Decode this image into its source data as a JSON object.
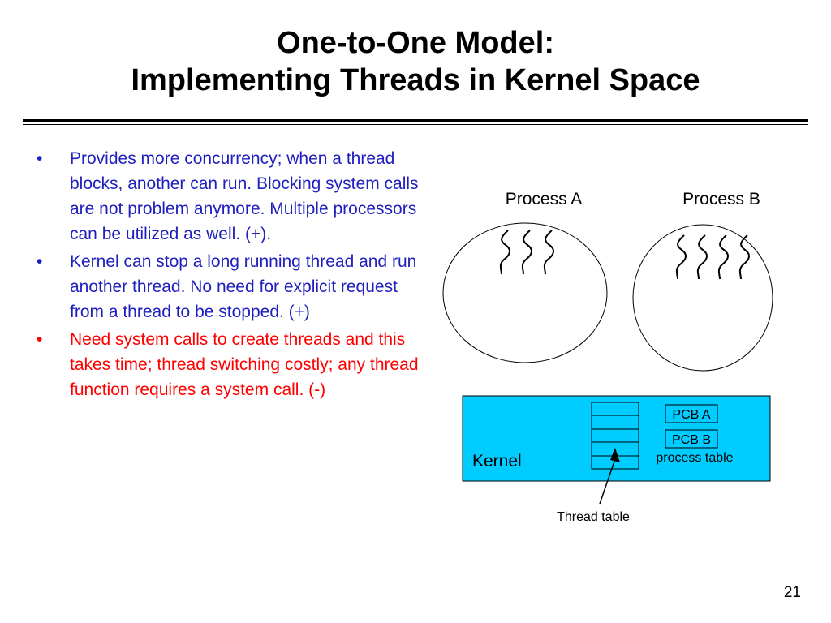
{
  "title": {
    "line1": "One-to-One Model:",
    "line2": "Implementing Threads in Kernel Space"
  },
  "bullets": [
    {
      "text": "Provides more concurrency; when a thread blocks, another can run. Blocking system calls are not problem anymore. Multiple processors can be utilized as well. (+).",
      "color": "#1f1fbf"
    },
    {
      "text": "Kernel can stop a long running thread and run another thread. No need for explicit request from a thread to be stopped. (+)",
      "color": "#1f1fbf"
    },
    {
      "text": "Need system calls to create threads and this takes time; thread switching costly; any thread function requires a system call. (-)",
      "color": "#ff0000"
    }
  ],
  "bullet_symbol": "•",
  "diagram": {
    "process_a_label": "Process A",
    "process_b_label": "Process B",
    "process_a_threads": 3,
    "process_b_threads": 4,
    "kernel_label": "Kernel",
    "kernel_color": "#00ccff",
    "pcb_a_label": "PCB A",
    "pcb_b_label": "PCB B",
    "process_table_label": "process table",
    "thread_table_label": "Thread table"
  },
  "slide_number": "21"
}
